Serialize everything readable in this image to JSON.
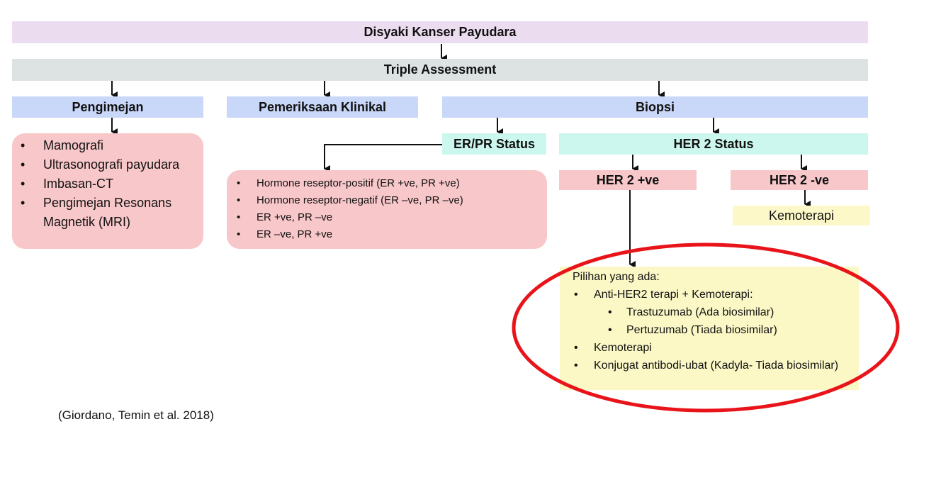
{
  "title": "Disyaki Kanser Payudara",
  "assessment": "Triple Assessment",
  "columns": {
    "imaging": "Pengimejan",
    "clinical": "Pemeriksaan Klinikal",
    "biopsy": "Biopsi"
  },
  "imaging_items": [
    "Mamografi",
    "Ultrasonografi payudara",
    "Imbasan-CT",
    "Pengimejan Resonans Magnetik (MRI)"
  ],
  "er_pr": {
    "label": "ER/PR Status",
    "items": [
      "Hormone reseptor-positif (ER +ve, PR +ve)",
      "Hormone reseptor-negatif (ER –ve, PR –ve)",
      "ER +ve, PR –ve",
      "ER –ve, PR +ve"
    ]
  },
  "her2": {
    "label": "HER 2 Status",
    "positive": "HER 2 +ve",
    "negative": "HER 2 -ve",
    "negative_treatment": "Kemoterapi"
  },
  "options": {
    "heading": "Pilihan yang ada:",
    "item1": "Anti-HER2 terapi + Kemoterapi:",
    "sub": [
      "Trastuzumab (Ada biosimilar)",
      "Pertuzumab (Tiada biosimilar)"
    ],
    "item2": "Kemoterapi",
    "item3": "Konjugat antibodi-ubat (Kadyla- Tiada biosimilar)"
  },
  "citation": "(Giordano, Temin et al. 2018)",
  "colors": {
    "highlight_ring": "#e8141a",
    "title_bar": "#ecdcef",
    "assessment_bar": "#dde3e3",
    "category_bar": "#c9d7f8",
    "status_bar": "#ccf7ee",
    "result_bar": "#f7c7ca",
    "treatment_bar": "#fcf8c8"
  }
}
